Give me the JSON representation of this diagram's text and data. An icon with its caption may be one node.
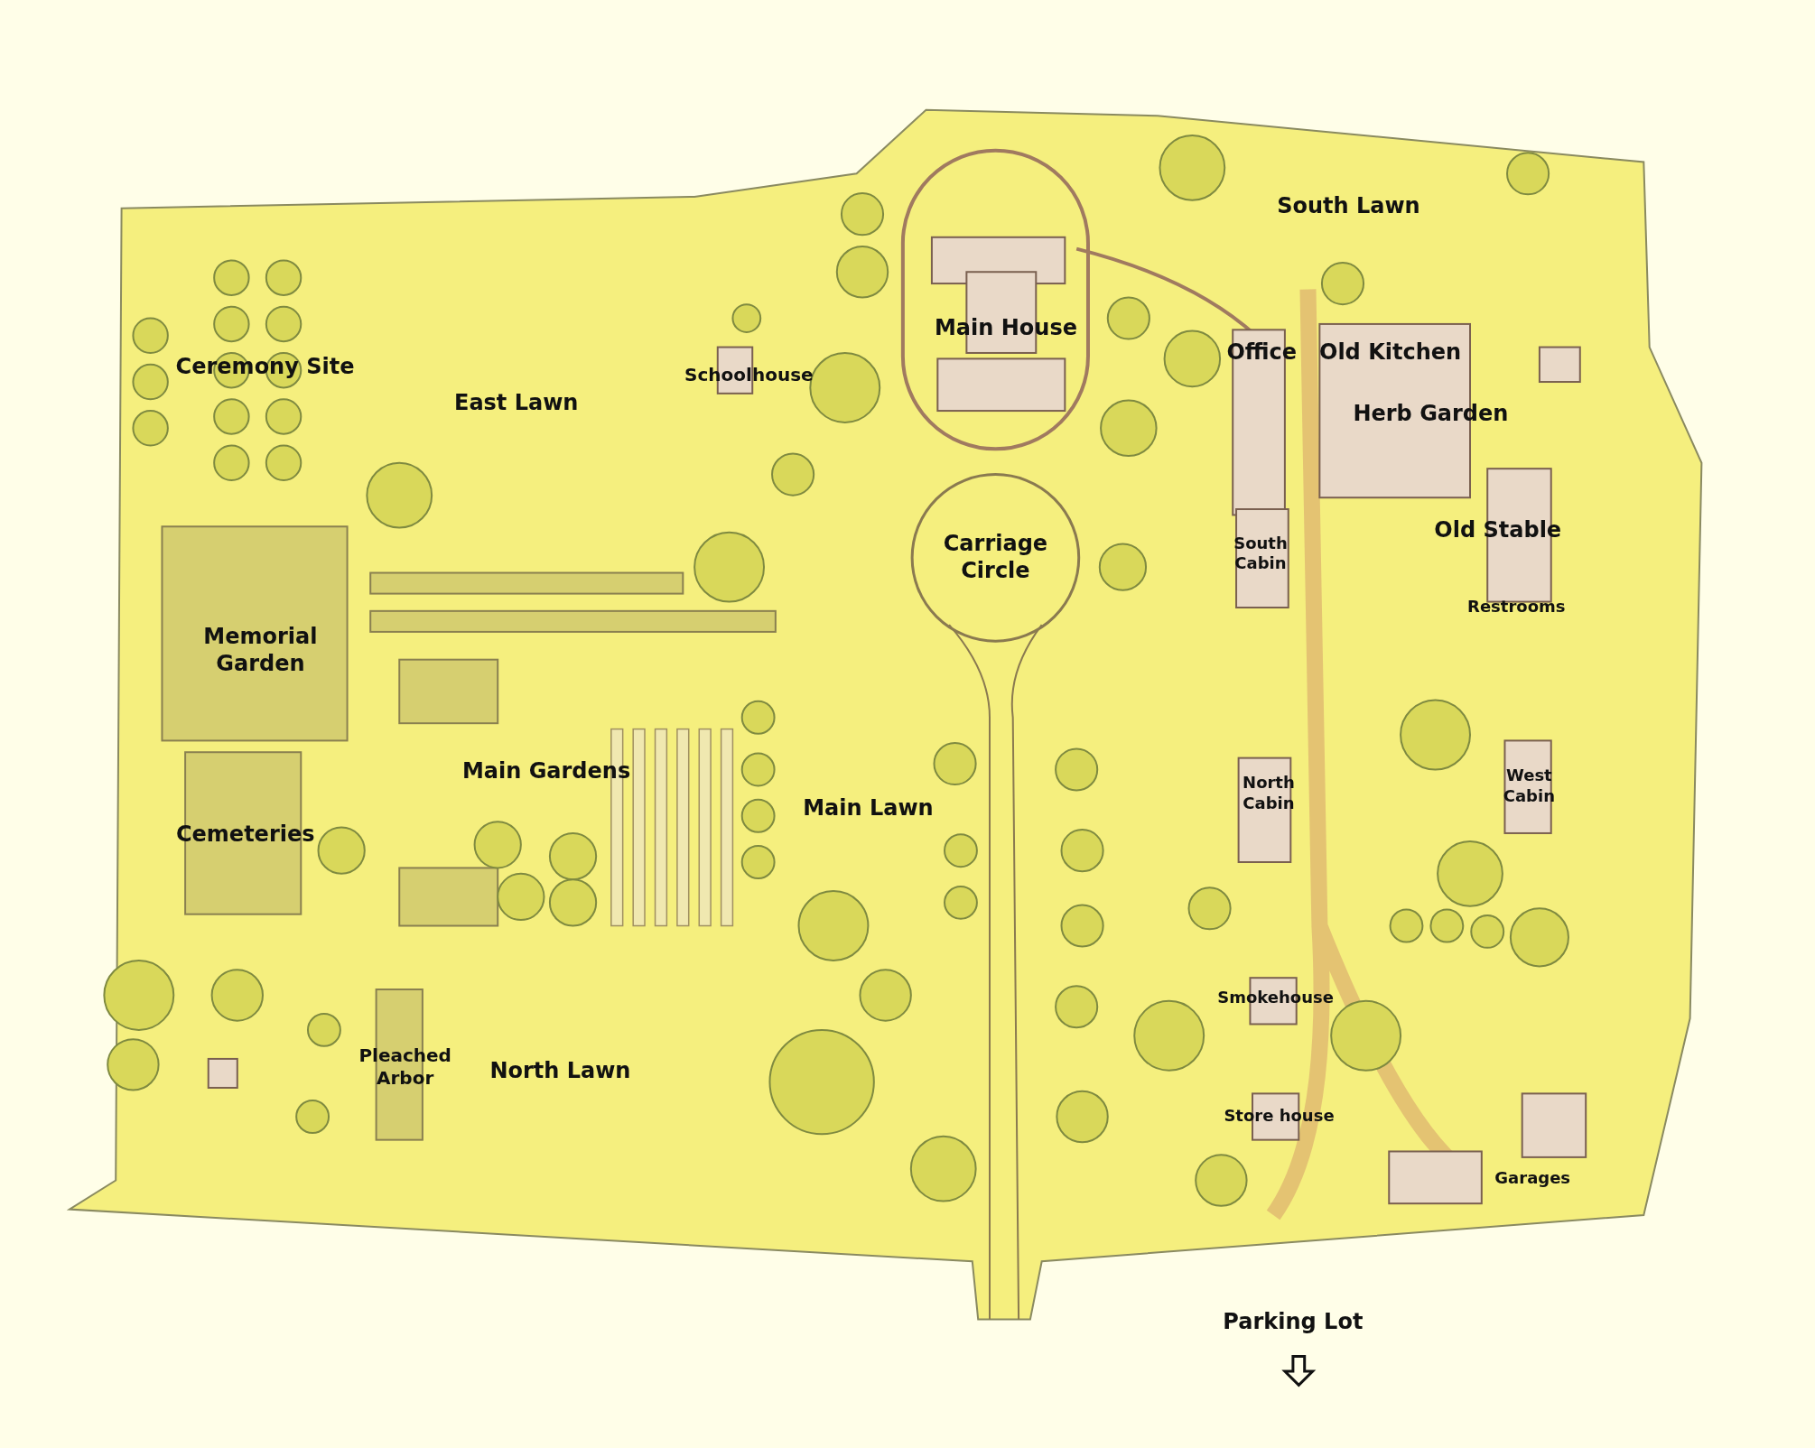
{
  "diagram": {
    "labels": [
      "South Lawn",
      "Main House",
      "Office",
      "Old Kitchen",
      "Ceremony Site",
      "Schoolhouse",
      "East Lawn",
      "Herb Garden",
      "Old Stable",
      "Carriage Circle",
      "South Cabin",
      "Restrooms",
      "Memorial Garden",
      "Main Gardens",
      "West Cabin",
      "North Cabin",
      "Main Lawn",
      "Cemeteries",
      "Smokehouse",
      "Pleached Arbor",
      "North Lawn",
      "Store house",
      "Garages",
      "Parking Lot"
    ]
  }
}
